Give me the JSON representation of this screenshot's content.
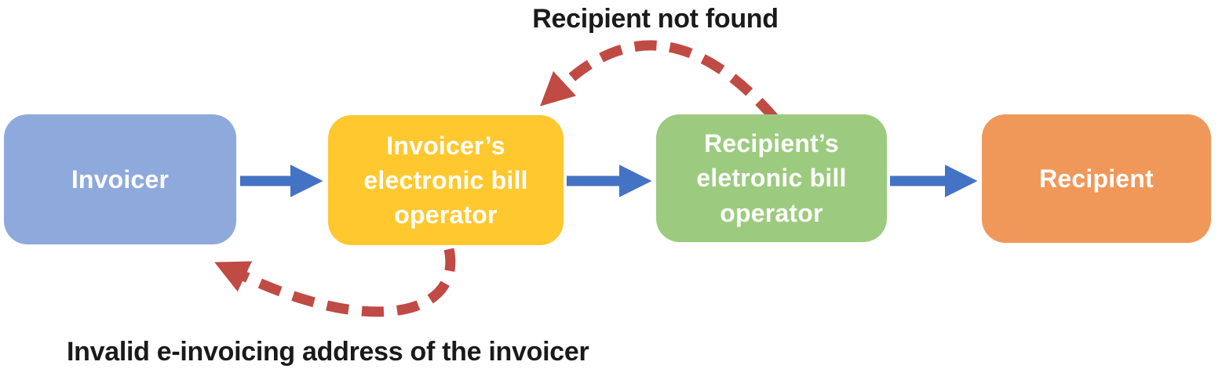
{
  "diagram": {
    "top_annotation": "Recipient not found",
    "bottom_annotation": "Invalid e-invoicing address of the invoicer",
    "nodes": [
      {
        "id": "invoicer",
        "label": "Invoicer",
        "fill": "#8EA9DC"
      },
      {
        "id": "invoicer-ebill-operator",
        "label": "Invoicer’s\nelectronic bill\noperator",
        "fill": "#FFC82E"
      },
      {
        "id": "recipient-ebill-operator",
        "label": "Recipient’s\neletronic bill\noperator",
        "fill": "#9CCB7F"
      },
      {
        "id": "recipient",
        "label": "Recipient",
        "fill": "#F0985A"
      }
    ],
    "colors": {
      "flow_arrow": "#4472C4",
      "error_arrow": "#C04A44",
      "node_text": "#FFFFFF",
      "annotation_text": "#1A1A1A"
    },
    "flows": [
      {
        "from": "invoicer",
        "to": "invoicer-ebill-operator",
        "type": "forward"
      },
      {
        "from": "invoicer-ebill-operator",
        "to": "recipient-ebill-operator",
        "type": "forward"
      },
      {
        "from": "recipient-ebill-operator",
        "to": "recipient",
        "type": "forward"
      },
      {
        "from": "recipient-ebill-operator",
        "to": "invoicer-ebill-operator",
        "type": "error",
        "label": "Recipient not found"
      },
      {
        "from": "invoicer-ebill-operator",
        "to": "invoicer",
        "type": "error",
        "label": "Invalid e-invoicing address of the invoicer"
      }
    ]
  }
}
